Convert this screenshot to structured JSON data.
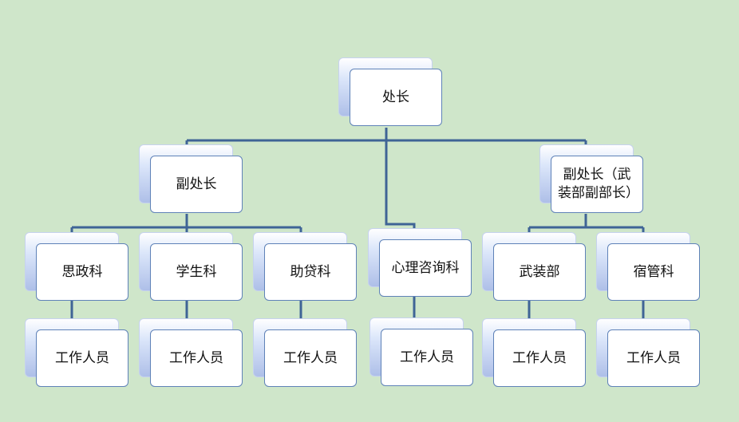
{
  "nodes": {
    "director": "处长",
    "deputy_director": "副处长",
    "deputy_director_armed": "副处长（武装部副部长）",
    "psych": "心理咨询科",
    "ideology": "思政科",
    "student": "学生科",
    "loan": "助贷科",
    "armed": "武装部",
    "dorm": "宿管科",
    "staff": "工作人员"
  },
  "colors": {
    "background": "#cfe6ca",
    "connector": "#3f6496",
    "box_border": "#5f82b8"
  }
}
